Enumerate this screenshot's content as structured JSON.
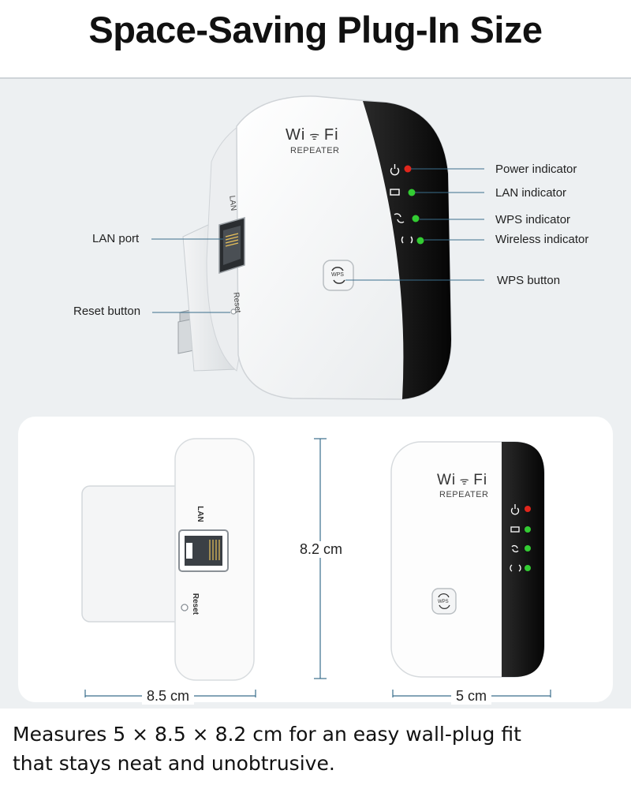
{
  "headline": "Space-Saving Plug-In Size",
  "device": {
    "logo_wi": "Wi",
    "logo_fi": "Fi",
    "logo_sub": "REPEATER",
    "port_label": "LAN",
    "reset_label": "Reset",
    "button_label": "WPS"
  },
  "callouts": {
    "power": "Power indicator",
    "lan": "LAN indicator",
    "wps": "WPS indicator",
    "wireless": "Wireless indicator",
    "wps_button": "WPS button",
    "lan_port": "LAN port",
    "reset_button": "Reset button"
  },
  "dimensions": {
    "height": "8.2 cm",
    "depth": "8.5 cm",
    "width": "5 cm"
  },
  "caption": {
    "line1": "Measures 5 × 8.5 × 8.2 cm for an easy wall-plug fit",
    "line2": "that stays neat and unobtrusive."
  },
  "colors": {
    "power_led": "#e0261c",
    "status_led": "#33cc33",
    "accent_line": "#3a6e8c",
    "body": "#ffffff",
    "bezel": "#111111"
  }
}
